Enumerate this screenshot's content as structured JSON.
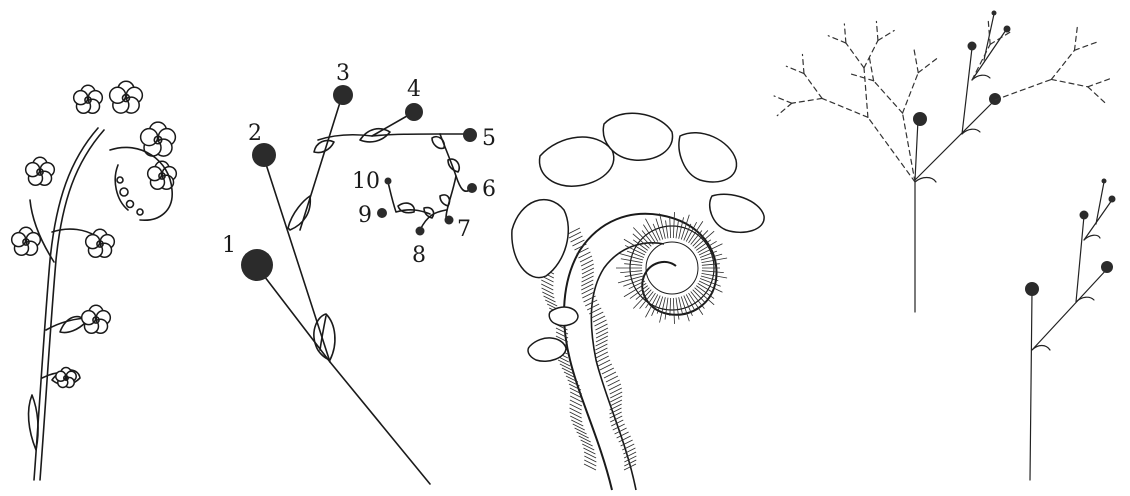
{
  "labels": [
    "1",
    "2",
    "3",
    "4",
    "5",
    "6",
    "7",
    "8",
    "9",
    "10"
  ]
}
